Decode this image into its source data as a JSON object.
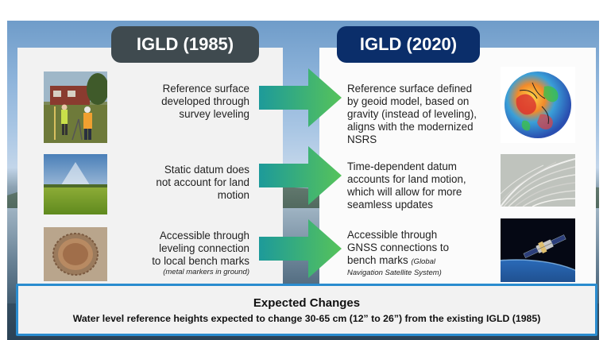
{
  "left_header": "IGLD (1985)",
  "right_header": "IGLD (2020)",
  "rows": [
    {
      "left_lines": [
        "Reference surface",
        "developed through",
        "survey leveling"
      ],
      "left_note": "",
      "right_lines": [
        "Reference surface defined",
        "by geoid model, based on",
        "gravity (instead of leveling),",
        "aligns with the modernized",
        "NSRS"
      ],
      "right_note": ""
    },
    {
      "left_lines": [
        "Static datum does",
        "not account for land",
        "motion"
      ],
      "left_note": "",
      "right_lines": [
        "Time-dependent datum",
        "accounts for land motion,",
        "which will allow for more",
        "seamless updates"
      ],
      "right_note": ""
    },
    {
      "left_lines": [
        "Accessible through",
        "leveling connection",
        "to local bench marks"
      ],
      "left_note": "(metal markers in ground)",
      "right_lines": [
        "Accessible through",
        "GNSS connections to",
        "bench marks"
      ],
      "right_note_inline": "(Global",
      "right_note": "Navigation Satellite System)"
    }
  ],
  "images": {
    "left": [
      "surveyors-photo",
      "grassland-photo",
      "bench-mark-photo"
    ],
    "right": [
      "geoid-globe-image",
      "grass-motion-photo",
      "satellite-photo"
    ]
  },
  "colors": {
    "left_header_bg": "#3f4a4f",
    "right_header_bg": "#0b2e6a",
    "arrow_start": "#1d9a9a",
    "arrow_end": "#56c35a",
    "bottom_border": "#2a8ccf"
  },
  "bottom": {
    "title": "Expected Changes",
    "body": "Water level reference heights expected to change 30-65 cm (12” to 26”) from the existing IGLD (1985)"
  }
}
